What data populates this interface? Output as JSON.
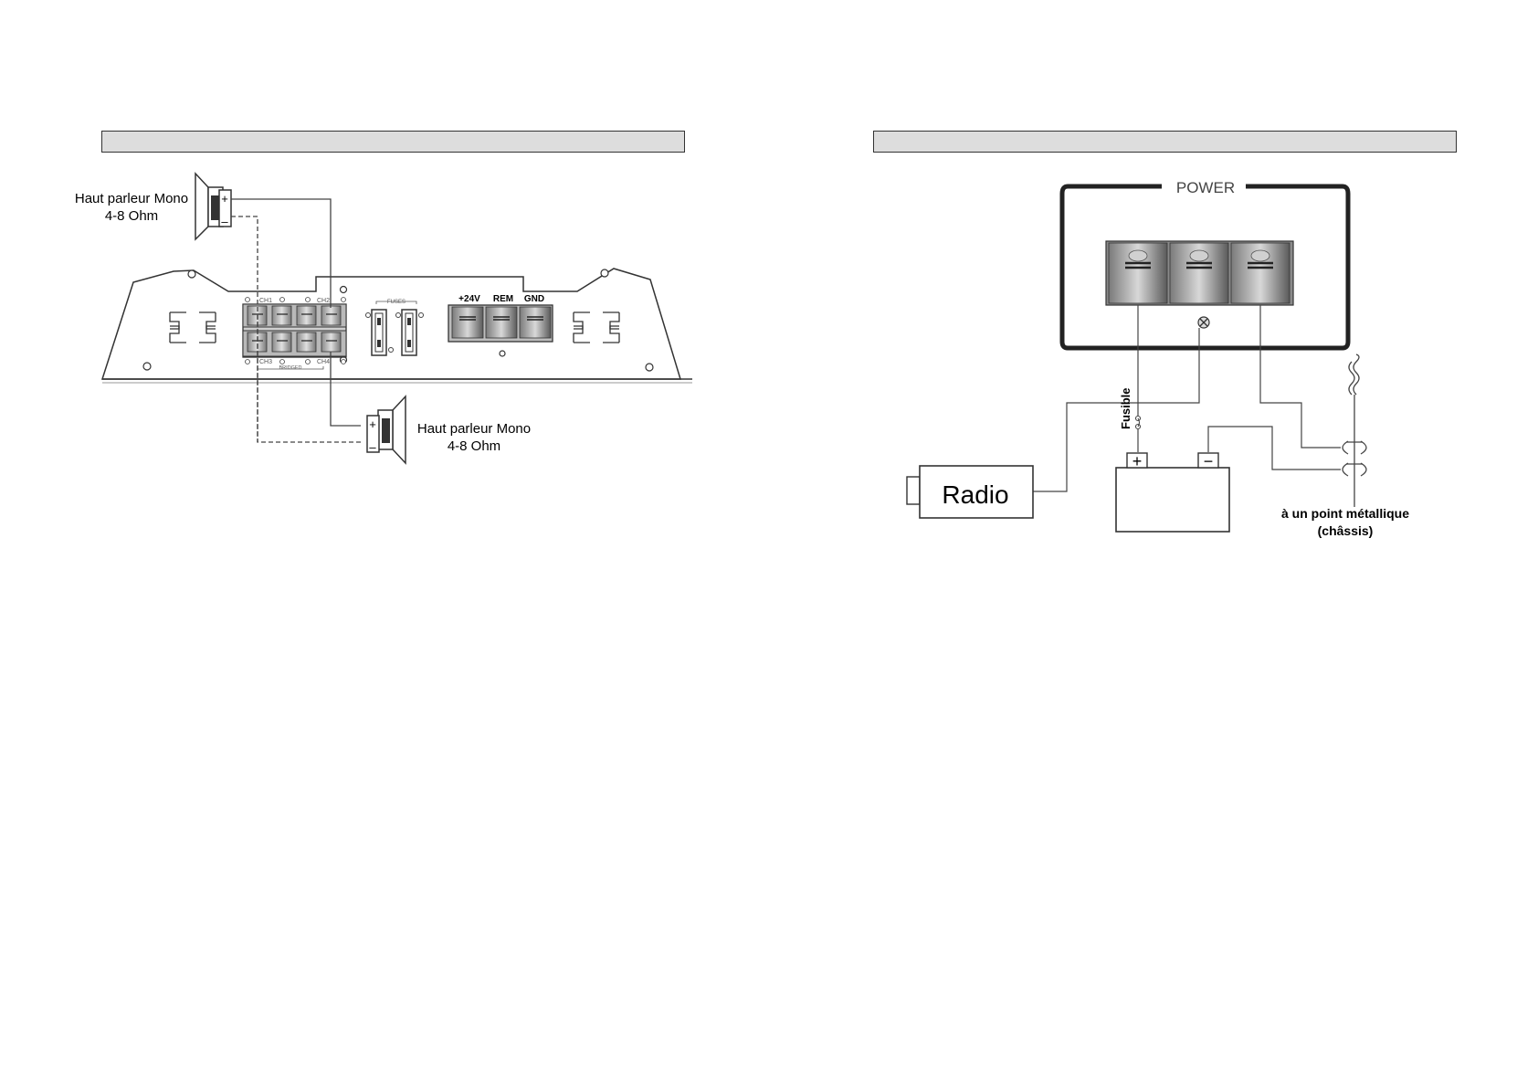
{
  "left_panel": {
    "title": "",
    "speaker_top": {
      "line1": "Haut parleur Mono",
      "line2": "4-8 Ohm"
    },
    "speaker_bottom": {
      "line1": "Haut parleur Mono",
      "line2": "4-8 Ohm"
    },
    "amp": {
      "ch1": "CH1",
      "ch2": "CH2",
      "ch3": "CH3",
      "ch4": "CH4",
      "bridged": "BRIDGED",
      "fuses": "FUSES",
      "plus24v": "+24V",
      "rem": "REM",
      "gnd": "GND"
    },
    "plus_sign": "+",
    "minus_sign": "–"
  },
  "right_panel": {
    "title": "",
    "power_label": "POWER",
    "radio_label": "Radio",
    "fuse_label": "Fusible",
    "battery_plus": "+",
    "battery_minus": "−",
    "ground_label_line1": "à un point métallique",
    "ground_label_line2": "(châssis)"
  },
  "colors": {
    "panel_bar": "#dddddd",
    "terminal_dark": "#6e6e6e",
    "terminal_light": "#c8c8c8",
    "line": "#333333"
  }
}
